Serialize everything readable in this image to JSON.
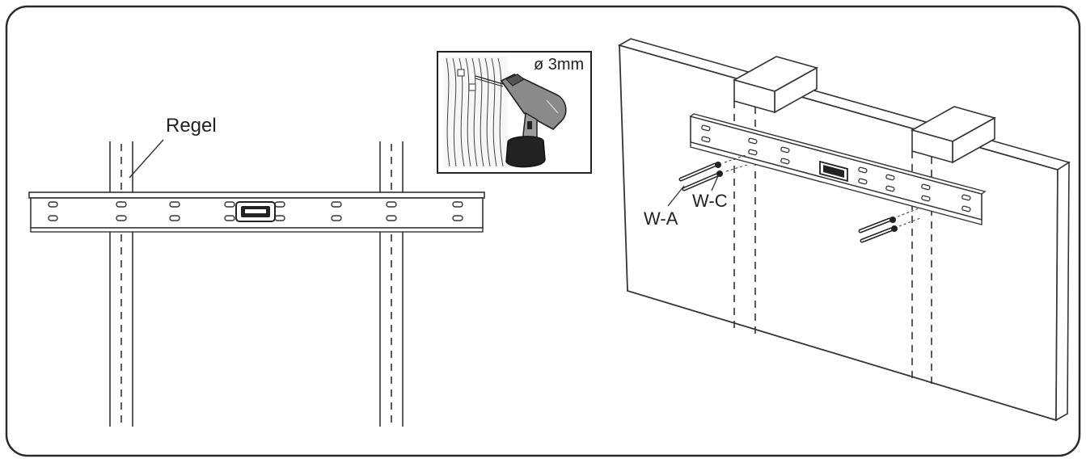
{
  "labels": {
    "stud_label": "Regel",
    "drill_size": "ø 3mm",
    "anchor_label_a": "W-A",
    "anchor_label_c": "W-C"
  },
  "colors": {
    "line": "#333333",
    "frame": "#2b2b2b",
    "drill_body": "#8a8a8a",
    "drill_grip": "#222222",
    "wood_fill": "#f7f7f7"
  }
}
